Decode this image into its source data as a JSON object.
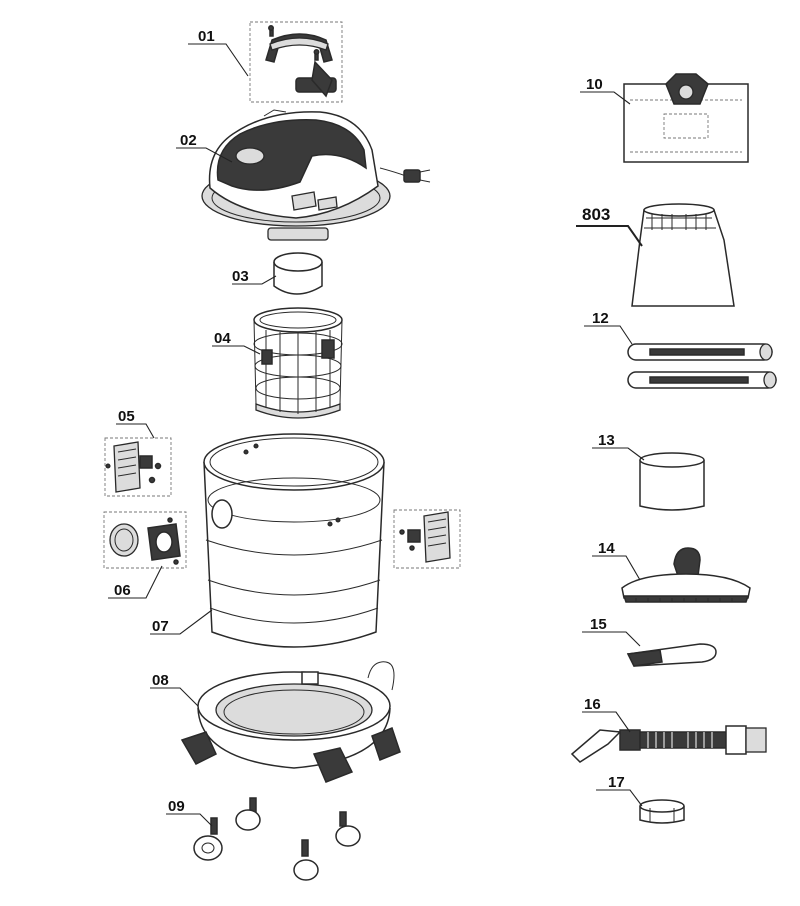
{
  "parts": [
    {
      "id": "p01",
      "label": "01",
      "name": "handle"
    },
    {
      "id": "p02",
      "label": "02",
      "name": "motor-head"
    },
    {
      "id": "p03",
      "label": "03",
      "name": "foam-filter"
    },
    {
      "id": "p04",
      "label": "04",
      "name": "filter-basket"
    },
    {
      "id": "p05",
      "label": "05",
      "name": "latch-clip"
    },
    {
      "id": "p06",
      "label": "06",
      "name": "inlet-connector"
    },
    {
      "id": "p07",
      "label": "07",
      "name": "container"
    },
    {
      "id": "p08",
      "label": "08",
      "name": "base-frame"
    },
    {
      "id": "p09",
      "label": "09",
      "name": "castor-wheels"
    },
    {
      "id": "p10",
      "label": "10",
      "name": "dust-bag"
    },
    {
      "id": "p803",
      "label": "803",
      "name": "filter-sleeve"
    },
    {
      "id": "p12",
      "label": "12",
      "name": "extension-tubes"
    },
    {
      "id": "p13",
      "label": "13",
      "name": "tube-adapter"
    },
    {
      "id": "p14",
      "label": "14",
      "name": "floor-nozzle"
    },
    {
      "id": "p15",
      "label": "15",
      "name": "crevice-nozzle"
    },
    {
      "id": "p16",
      "label": "16",
      "name": "suction-hose"
    },
    {
      "id": "p17",
      "label": "17",
      "name": "hose-adapter"
    }
  ]
}
